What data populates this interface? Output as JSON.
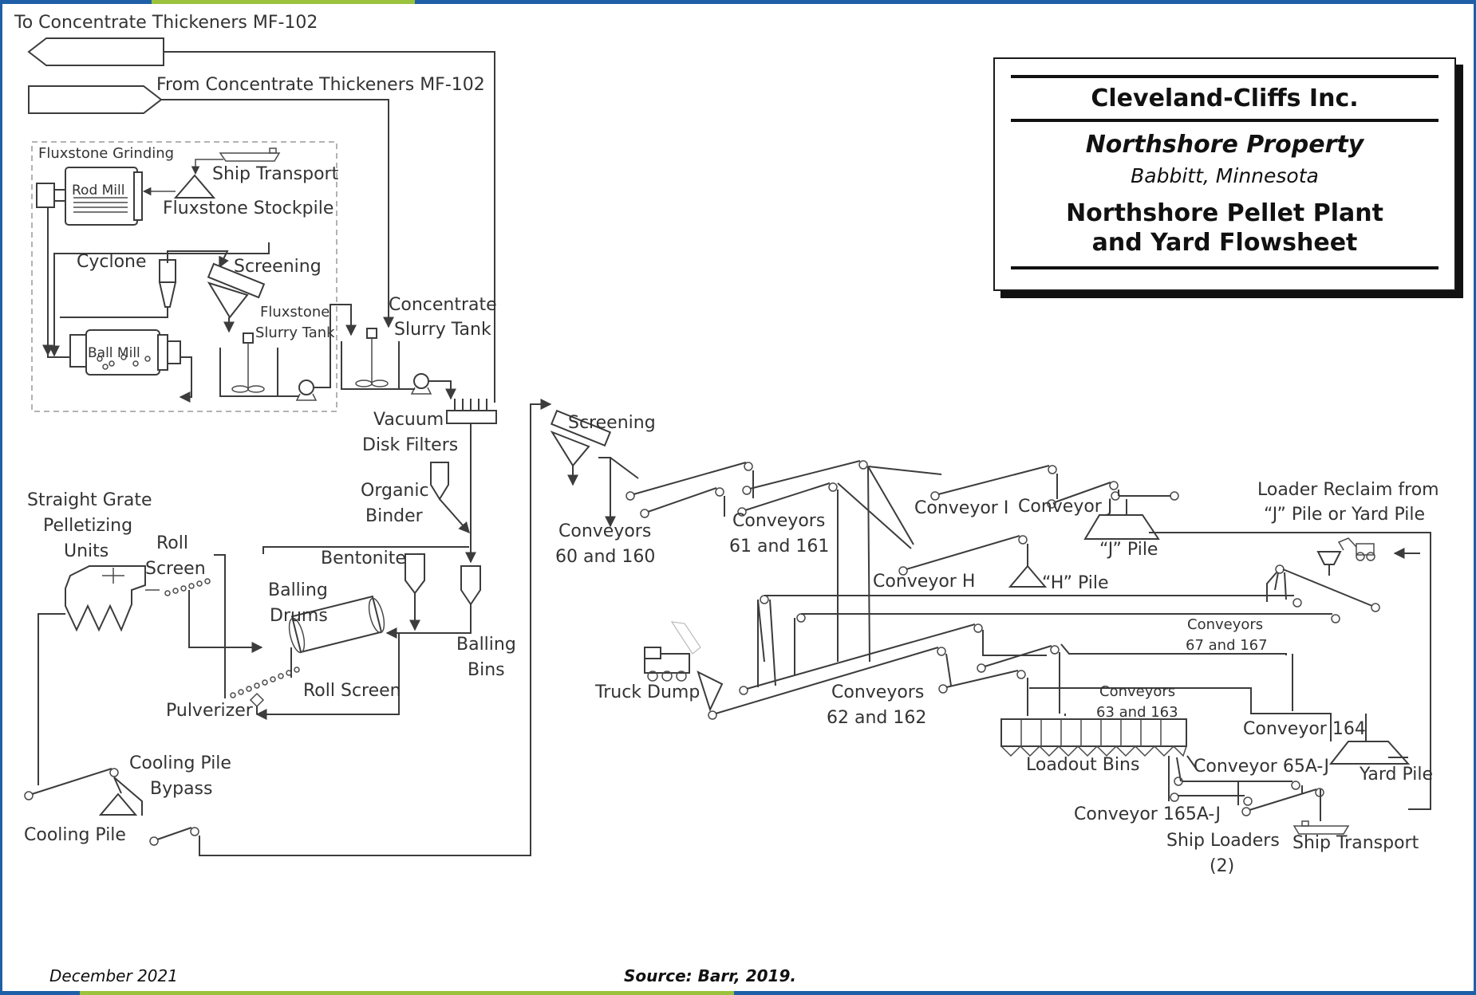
{
  "title_block": {
    "company": "Cleveland-Cliffs Inc.",
    "property": "Northshore Property",
    "location": "Babbitt, Minnesota",
    "title_line1": "Northshore Pellet Plant",
    "title_line2": "and Yard Flowsheet"
  },
  "footer": {
    "date": "December 2021",
    "source": "Source:  Barr, 2019."
  },
  "colors": {
    "border_blue": "#1f5fa8",
    "accent_green": "#9ac23c",
    "line": "#3c3c3c"
  },
  "labels": {
    "to_thickeners": "To Concentrate Thickeners MF-102",
    "from_thickeners": "From Concentrate Thickeners MF-102",
    "fluxstone_grinding": "Fluxstone Grinding",
    "ship_transport_top": "Ship Transport",
    "rod_mill": "Rod Mill",
    "fluxstone_stockpile": "Fluxstone Stockpile",
    "cyclone": "Cyclone",
    "screening_top": "Screening",
    "fluxstone_slurry_1": "Fluxstone",
    "fluxstone_slurry_2": "Slurry Tank",
    "concentrate_1": "Concentrate",
    "concentrate_2": "Slurry Tank",
    "ball_mill": "Ball Mill",
    "vacuum_1": "Vacuum",
    "vacuum_2": "Disk Filters",
    "organic_1": "Organic",
    "organic_2": "Binder",
    "sgp_1": "Straight Grate",
    "sgp_2": "Pelletizing",
    "sgp_3": "Units",
    "roll_screen_1": "Roll",
    "roll_screen_2": "Screen",
    "bentonite": "Bentonite",
    "balling_drums_1": "Balling",
    "balling_drums_2": "Drums",
    "balling_bins_1": "Balling",
    "balling_bins_2": "Bins",
    "roll_screen_lower": "Roll Screen",
    "pulverizer": "Pulverizer",
    "cooling_bypass_1": "Cooling Pile",
    "cooling_bypass_2": "Bypass",
    "cooling_pile": "Cooling Pile",
    "screening_mid": "Screening",
    "conv_60_1": "Conveyors",
    "conv_60_2": "60 and 160",
    "conv_61_1": "Conveyors",
    "conv_61_2": "61 and 161",
    "conveyor_i": "Conveyor I",
    "conveyor_j": "Conveyor J",
    "j_pile": "“J” Pile",
    "loader_1": "Loader Reclaim from",
    "loader_2": "“J” Pile or Yard Pile",
    "conveyor_h": "Conveyor H",
    "h_pile": "“H” Pile",
    "conv_67_1": "Conveyors",
    "conv_67_2": "67 and 167",
    "truck_dump": "Truck Dump",
    "conv_62_1": "Conveyors",
    "conv_62_2": "62 and 162",
    "conv_63_1": "Conveyors",
    "conv_63_2": "63 and 163",
    "conveyor_164": "Conveyor 164",
    "loadout_bins": "Loadout Bins",
    "conveyor_65": "Conveyor 65A-J",
    "yard_pile": "Yard Pile",
    "conveyor_165": "Conveyor 165A-J",
    "ship_loaders_1": "Ship Loaders",
    "ship_loaders_2": "(2)",
    "ship_transport_bottom": "Ship Transport"
  }
}
